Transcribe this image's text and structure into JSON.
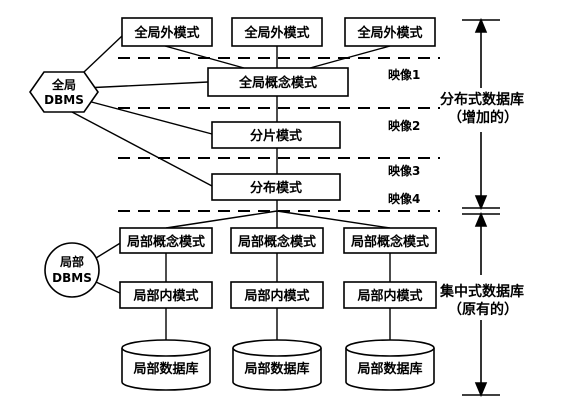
{
  "global_external_schemas": [
    "全局外模式",
    "全局外模式",
    "全局外模式"
  ],
  "global_dbms": {
    "line1": "全局",
    "line2": "DBMS"
  },
  "global_conceptual_schema": "全局概念模式",
  "fragment_schema": "分片模式",
  "allocation_schema": "分布模式",
  "mappings": [
    "映像1",
    "映像2",
    "映像3",
    "映像4"
  ],
  "distributed_db_label": {
    "line1": "分布式数据库",
    "line2": "（增加的）"
  },
  "local_dbms": {
    "line1": "局部",
    "line2": "DBMS"
  },
  "local_conceptual_schemas": [
    "局部概念模式",
    "局部概念模式",
    "局部概念模式"
  ],
  "local_internal_schemas": [
    "局部内模式",
    "局部内模式",
    "局部内模式"
  ],
  "local_databases": [
    "局部数据库",
    "局部数据库",
    "局部数据库"
  ],
  "centralized_db_label": {
    "line1": "集中式数据库",
    "line2": "（原有的）"
  }
}
